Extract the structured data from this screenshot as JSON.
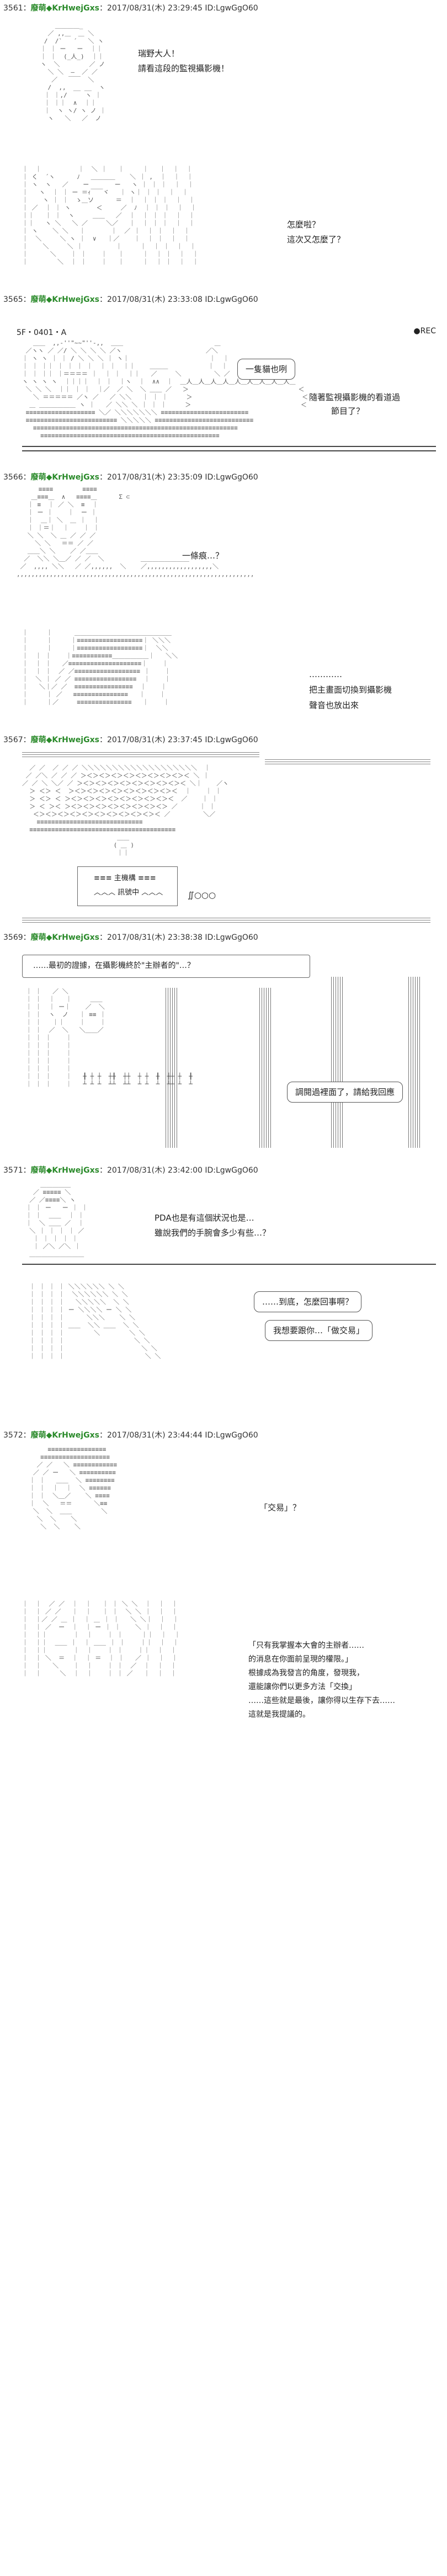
{
  "posts": [
    {
      "num": "3561：",
      "name": "廢萌",
      "trip": "◆KrHwejGxs",
      "meta": "：2017/08/31(木) 23:29:45 ID:LgwGgO60"
    },
    {
      "num": "3565：",
      "name": "廢萌",
      "trip": "◆KrHwejGxs",
      "meta": "：2017/08/31(木) 23:33:08 ID:LgwGgO60"
    },
    {
      "num": "3566：",
      "name": "廢萌",
      "trip": "◆KrHwejGxs",
      "meta": "：2017/08/31(木) 23:35:09 ID:LgwGgO60"
    },
    {
      "num": "3567：",
      "name": "廢萌",
      "trip": "◆KrHwejGxs",
      "meta": "：2017/08/31(木) 23:37:45 ID:LgwGgO60"
    },
    {
      "num": "3569：",
      "name": "廢萌",
      "trip": "◆KrHwejGxs",
      "meta": "：2017/08/31(木) 23:38:38 ID:LgwGgO60"
    },
    {
      "num": "3571：",
      "name": "廢萌",
      "trip": "◆KrHwejGxs",
      "meta": "：2017/08/31(木) 23:42:00 ID:LgwGgO60"
    },
    {
      "num": "3572：",
      "name": "廢萌",
      "trip": "◆KrHwejGxs",
      "meta": "：2017/08/31(木) 23:44:44 ID:LgwGgO60"
    }
  ],
  "dialog": {
    "p1_line1": "瑞野大人！",
    "p1_line2": "請看這段的監視攝影機！",
    "p1_line3": "怎麼啦？",
    "p1_line4": "這次又怎麼了？",
    "rec_left": "5F・0401・A",
    "rec_right": "●REC",
    "p2_bubble": "一隻貓也咧",
    "p2_line1": "隨著監視攝影機的看道過",
    "p2_line2": "節目了？",
    "p3_line1": "一條痕…？",
    "p4_line1": "…………",
    "p4_line2": "把主畫面切換到攝影機",
    "p4_line3": "聲音也放出來",
    "p5_screen": "≡≡≡ 主機構 ≡≡≡",
    "p5_screen2": "︿︿︿ 訊號中 ︿︿︿",
    "p5_dots": "∬○○○",
    "p6_left": "……最初的證據，在攝影機終於\"主辦者的\"…？",
    "p6_right": "調閱過裡面了，請給我回應",
    "p7_line1": "PDA也是有這個狀況也是…",
    "p7_line2": "雖說我們的手腕會多少有些…？",
    "p7_bubble1": "……到底，怎麼回事啊？",
    "p7_bubble2": "我想要跟你…「做交易」",
    "p8_line1": "「交易」？",
    "p8_line2": "「只有我掌握本大會的主辦者……",
    "p8_line3": "的消息在你面前呈現的權限。」",
    "p8_line4": "根據成為我發言的角度，發現我，",
    "p8_line5": "還能讓你們以更多方法「交換」",
    "p8_line6": "……這些就是最後，讓你得以生存下去……",
    "p8_line7": "這就是我提議的。"
  }
}
